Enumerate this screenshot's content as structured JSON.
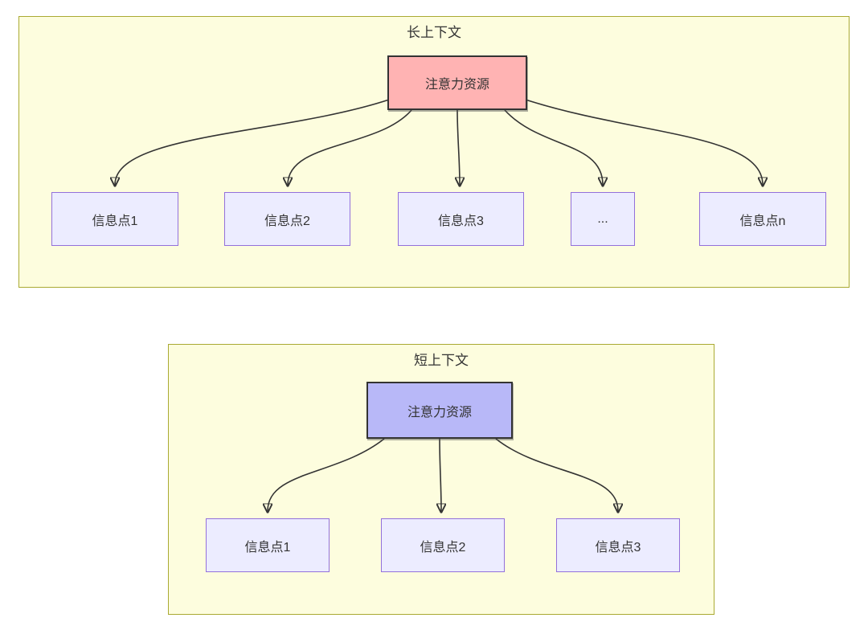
{
  "colors": {
    "panel_fill": "#fdfdde",
    "panel_border": "#aaaa33",
    "info_node_fill": "#ececff",
    "info_node_border": "#9370db",
    "attention_long_fill": "#ffb3b3",
    "attention_short_fill": "#b8b8f8",
    "attention_border": "#333333",
    "arrow_color": "#333333",
    "text_color": "#333333"
  },
  "diagram": {
    "long_context": {
      "title": "长上下文",
      "attention_label": "注意力资源",
      "info_points": [
        "信息点1",
        "信息点2",
        "信息点3",
        "...",
        "信息点n"
      ]
    },
    "short_context": {
      "title": "短上下文",
      "attention_label": "注意力资源",
      "info_points": [
        "信息点1",
        "信息点2",
        "信息点3"
      ]
    }
  }
}
